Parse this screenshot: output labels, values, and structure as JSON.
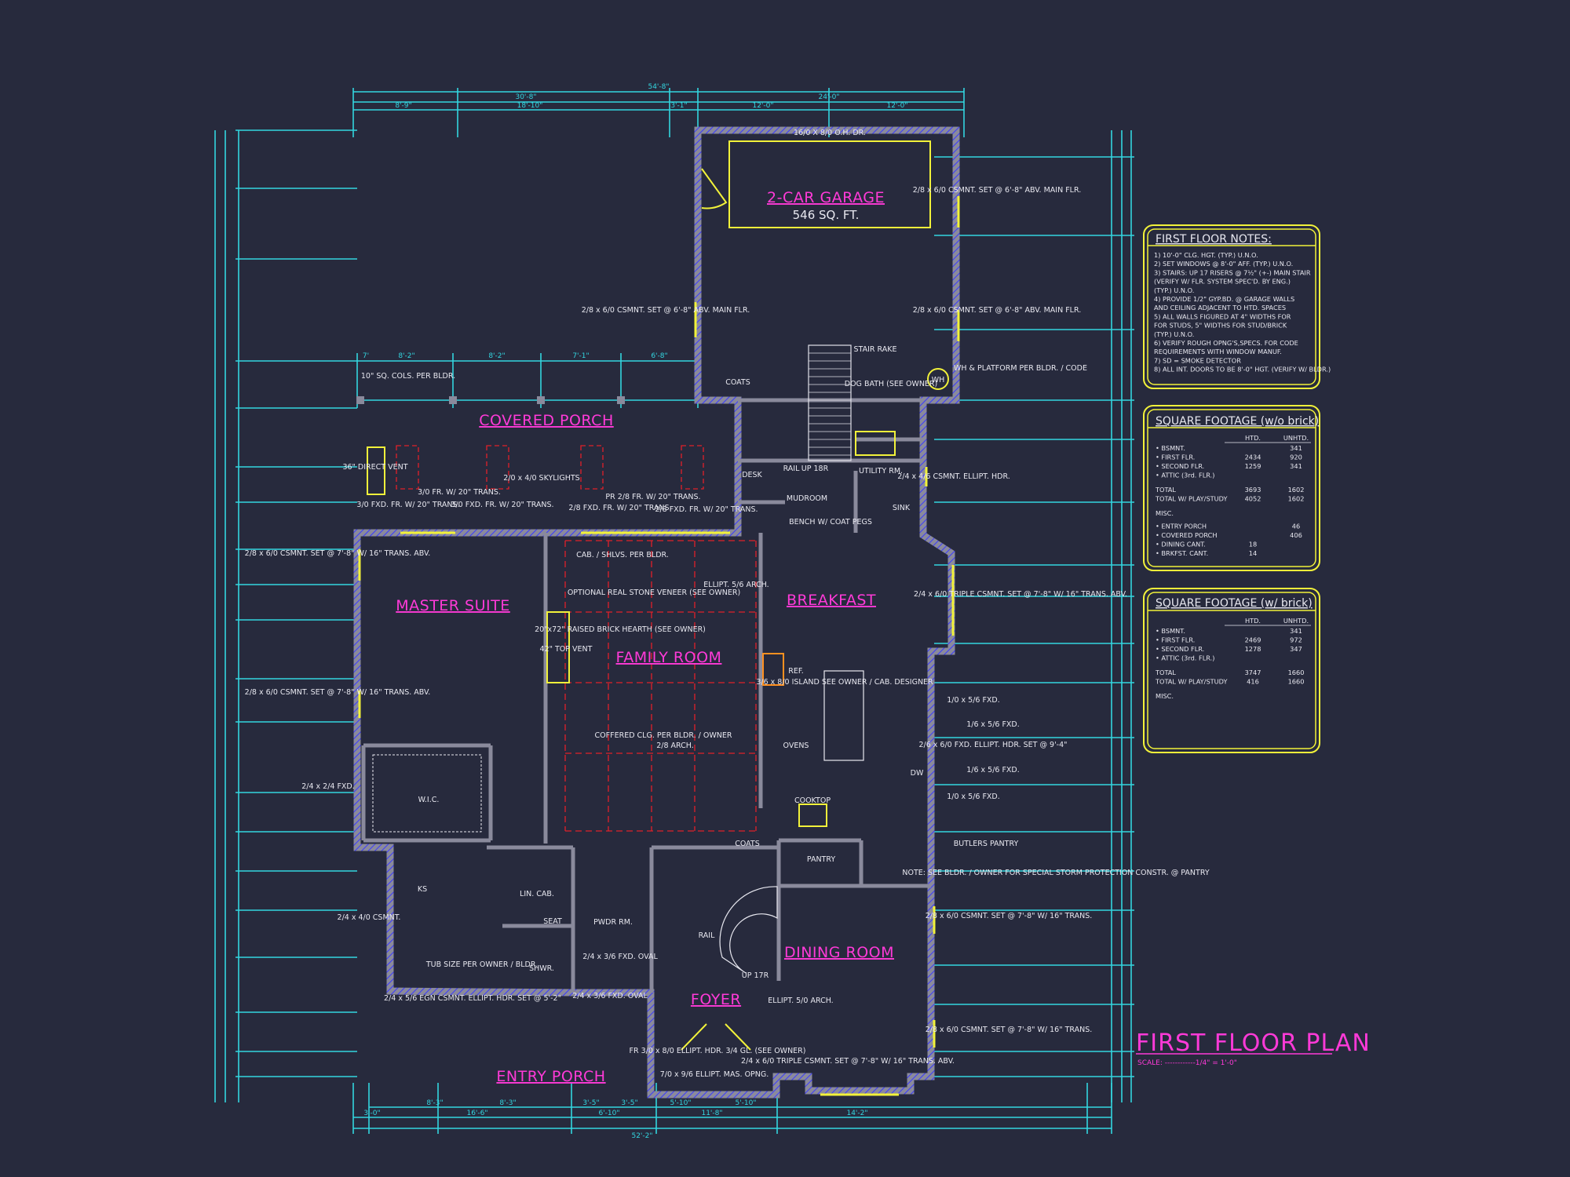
{
  "plan": {
    "title": "FIRST FLOOR PLAN",
    "scale": "SCALE: ------------1/4\" = 1'-0\"",
    "colors": {
      "background": "#272a3d",
      "walls": "#8a8a9c",
      "wall_hatch": "#3a3aff",
      "dimensions": "#33d6e0",
      "windows": "#f2f23a",
      "room_labels": "#ff3ad8",
      "ceiling": "#e0202a",
      "text": "#e8e8f0"
    },
    "rooms": [
      {
        "name": "2-CAR GARAGE",
        "sub": "546 SQ. FT."
      },
      {
        "name": "COVERED PORCH"
      },
      {
        "name": "MASTER SUITE"
      },
      {
        "name": "FAMILY ROOM"
      },
      {
        "name": "BREAKFAST"
      },
      {
        "name": "DINING ROOM"
      },
      {
        "name": "FOYER"
      },
      {
        "name": "ENTRY PORCH"
      }
    ],
    "small_labels": [
      "MUDROOM",
      "UTILITY RM.",
      "PANTRY",
      "PWDR RM.",
      "W.I.C.",
      "COATS",
      "COATS",
      "BUTLERS PANTRY",
      "DESK",
      "SINK",
      "REF.",
      "OVENS",
      "COOKTOP",
      "DW",
      "WH",
      "KS",
      "SHWR.",
      "SEAT",
      "LIN. CAB.",
      "RAIL",
      "RAIL",
      "UP 17R",
      "UP 18R",
      "STAIR RAKE"
    ],
    "callouts": [
      "16/0 X 8/0 O.H. DR.",
      "2/8 x 6/0 CSMNT. SET @ 6'-8\" ABV. MAIN FLR.",
      "2/8 x 6/0 CSMNT. SET @ 6'-8\" ABV. MAIN FLR.",
      "2/8 x 6/0 CSMNT. SET @ 6'-8\" ABV. MAIN FLR.",
      "WH & PLATFORM PER BLDR. / CODE",
      "DOG BATH (SEE OWNER)",
      "2/4 x 4/6 CSMNT. ELLIPT. HDR.",
      "2/4 x 6/0 TRIPLE CSMNT. SET @ 7'-8\" W/ 16\" TRANS. ABV.",
      "10\" SQ. COLS. PER BLDR.",
      "2/0 x 4/0 SKYLIGHTS",
      "36\" DIRECT VENT",
      "CAB. / SHLVS. PER BLDR.",
      "OPTIONAL REAL STONE VENEER (SEE OWNER)",
      "20\"x72\" RAISED BRICK HEARTH (SEE OWNER)",
      "42\" TOP VENT",
      "ELLIPT. 5/6 ARCH.",
      "3/6 x 8/0 ISLAND SEE OWNER / CAB. DESIGNER",
      "COFFERED CLG. PER BLDR. / OWNER",
      "2/8 ARCH.",
      "BENCH W/ COAT PEGS",
      "NOTE: SEE BLDR. / OWNER FOR SPECIAL STORM PROTECTION CONSTR. @ PANTRY",
      "2/8 x 6/0 CSMNT. SET @ 7'-8\" W/ 16\" TRANS.",
      "2/8 x 6/0 CSMNT. SET @ 7'-8\" W/ 16\" TRANS.",
      "2/4 x 6/0 TRIPLE CSMNT. SET @ 7'-8\" W/ 16\" TRANS. ABV.",
      "ELLIPT. 5/0 ARCH.",
      "7/0 x 9/6 ELLIPT. MAS. OPNG.",
      "FR 3/0 x 8/0 ELLIPT. HDR. 3/4 GL. (SEE OWNER)",
      "2/4 x 3/6 FXD. OVAL",
      "2/4 x 3/6 FXD. OVAL",
      "2/4 x 5/6 EGN CSMNT. ELLIPT. HDR. SET @ 5'-2\"",
      "TUB SIZE PER OWNER / BLDR.",
      "2/4 x 4/0 CSMNT.",
      "2/4 x 2/4 FXD.",
      "2/8 x 6/0 CSMNT. SET @ 7'-8\" W/ 16\" TRANS. ABV.",
      "2/8 x 6/0 CSMNT. SET @ 7'-8\" W/ 16\" TRANS. ABV.",
      "1/0 x 5/6 FXD.",
      "1/6 x 5/6 FXD.",
      "2/6 x 6/0 FXD. ELLIPT. HDR. SET @ 9'-4\"",
      "1/6 x 5/6 FXD.",
      "1/0 x 5/6 FXD.",
      "3/0 FXD. FR. W/ 20\" TRANS.",
      "3/0 FR. W/ 20\" TRANS.",
      "3/0 FXD. FR. W/ 20\" TRANS.",
      "PR 2/8 FR. W/ 20\" TRANS.",
      "2/8 FXD. FR. W/ 20\" TRANS.",
      "2/8 FXD. FR. W/ 20\" TRANS."
    ],
    "dims_top": [
      "54'-8\"",
      "30'-8\"",
      "24'-0\"",
      "8'-9\"",
      "18'-10\"",
      "3'-1\"",
      "12'-0\"",
      "12'-0\""
    ],
    "dims_bottom": [
      "52'-2\"",
      "3'-0\"",
      "16'-6\"",
      "6'-10\"",
      "11'-8\"",
      "14'-2\"",
      "8'-3\"",
      "8'-3\"",
      "3'-5\"",
      "3'-5\"",
      "5'-10\"",
      "5'-10\""
    ],
    "dims_porch": [
      "7'",
      "8'-2\"",
      "8'-2\"",
      "7'-1\"",
      "6'-8\""
    ]
  },
  "notes": {
    "title": "FIRST FLOOR NOTES:",
    "items": [
      "1) 10'-0\"  CLG. HGT. (TYP.) U.N.O.",
      "2) SET WINDOWS @ 8'-0\" AFF. (TYP.) U.N.O.",
      "3) STAIRS: UP 17 RISERS @ 7½\" (+-)  MAIN STAIR",
      "   (VERIFY W/ FLR. SYSTEM SPEC'D. BY ENG.)",
      "   (TYP.) U.N.O.",
      "4) PROVIDE 1/2\" GYP.BD. @ GARAGE WALLS",
      "   AND CEILING ADJACENT TO HTD. SPACES",
      "5) ALL WALLS FIGURED AT 4\" WIDTHS FOR",
      "   FOR STUDS, 5\" WIDTHS FOR STUD/BRICK",
      "   (TYP.) U.N.O.",
      "6) VERIFY ROUGH OPNG'S,SPECS. FOR CODE",
      "   REQUIREMENTS WITH WINDOW MANUF.",
      "7) SD = SMOKE DETECTOR",
      "8) ALL INT. DOORS TO BE 8'-0\" HGT. (VERIFY W/ BLDR.)"
    ]
  },
  "sqft_without_brick": {
    "title": "SQUARE FOOTAGE (w/o brick)",
    "headers": [
      "HTD.",
      "UNHTD."
    ],
    "rows": [
      [
        "• BSMNT.",
        "",
        "341"
      ],
      [
        "• FIRST FLR.",
        "2434",
        "920"
      ],
      [
        "• SECOND FLR.",
        "1259",
        "341"
      ],
      [
        "• ATTIC (3rd. FLR.)",
        "",
        ""
      ],
      [
        "TOTAL",
        "3693",
        "1602"
      ],
      [
        "TOTAL W/ PLAY/STUDY",
        "4052",
        "1602"
      ],
      [
        "MISC.",
        "",
        ""
      ],
      [
        "• ENTRY PORCH",
        "",
        "46"
      ],
      [
        "• COVERED PORCH",
        "",
        "406"
      ],
      [
        "• DINING CANT.",
        "18",
        ""
      ],
      [
        "• BRKFST. CANT.",
        "14",
        ""
      ]
    ]
  },
  "sqft_with_brick": {
    "title": "SQUARE FOOTAGE (w/ brick)",
    "headers": [
      "HTD.",
      "UNHTD."
    ],
    "rows": [
      [
        "• BSMNT.",
        "",
        "341"
      ],
      [
        "• FIRST FLR.",
        "2469",
        "972"
      ],
      [
        "• SECOND FLR.",
        "1278",
        "347"
      ],
      [
        "• ATTIC (3rd. FLR.)",
        "",
        ""
      ],
      [
        "TOTAL",
        "3747",
        "1660"
      ],
      [
        "TOTAL W/ PLAY/STUDY",
        "416",
        "1660"
      ],
      [
        "MISC.",
        "",
        ""
      ]
    ]
  }
}
